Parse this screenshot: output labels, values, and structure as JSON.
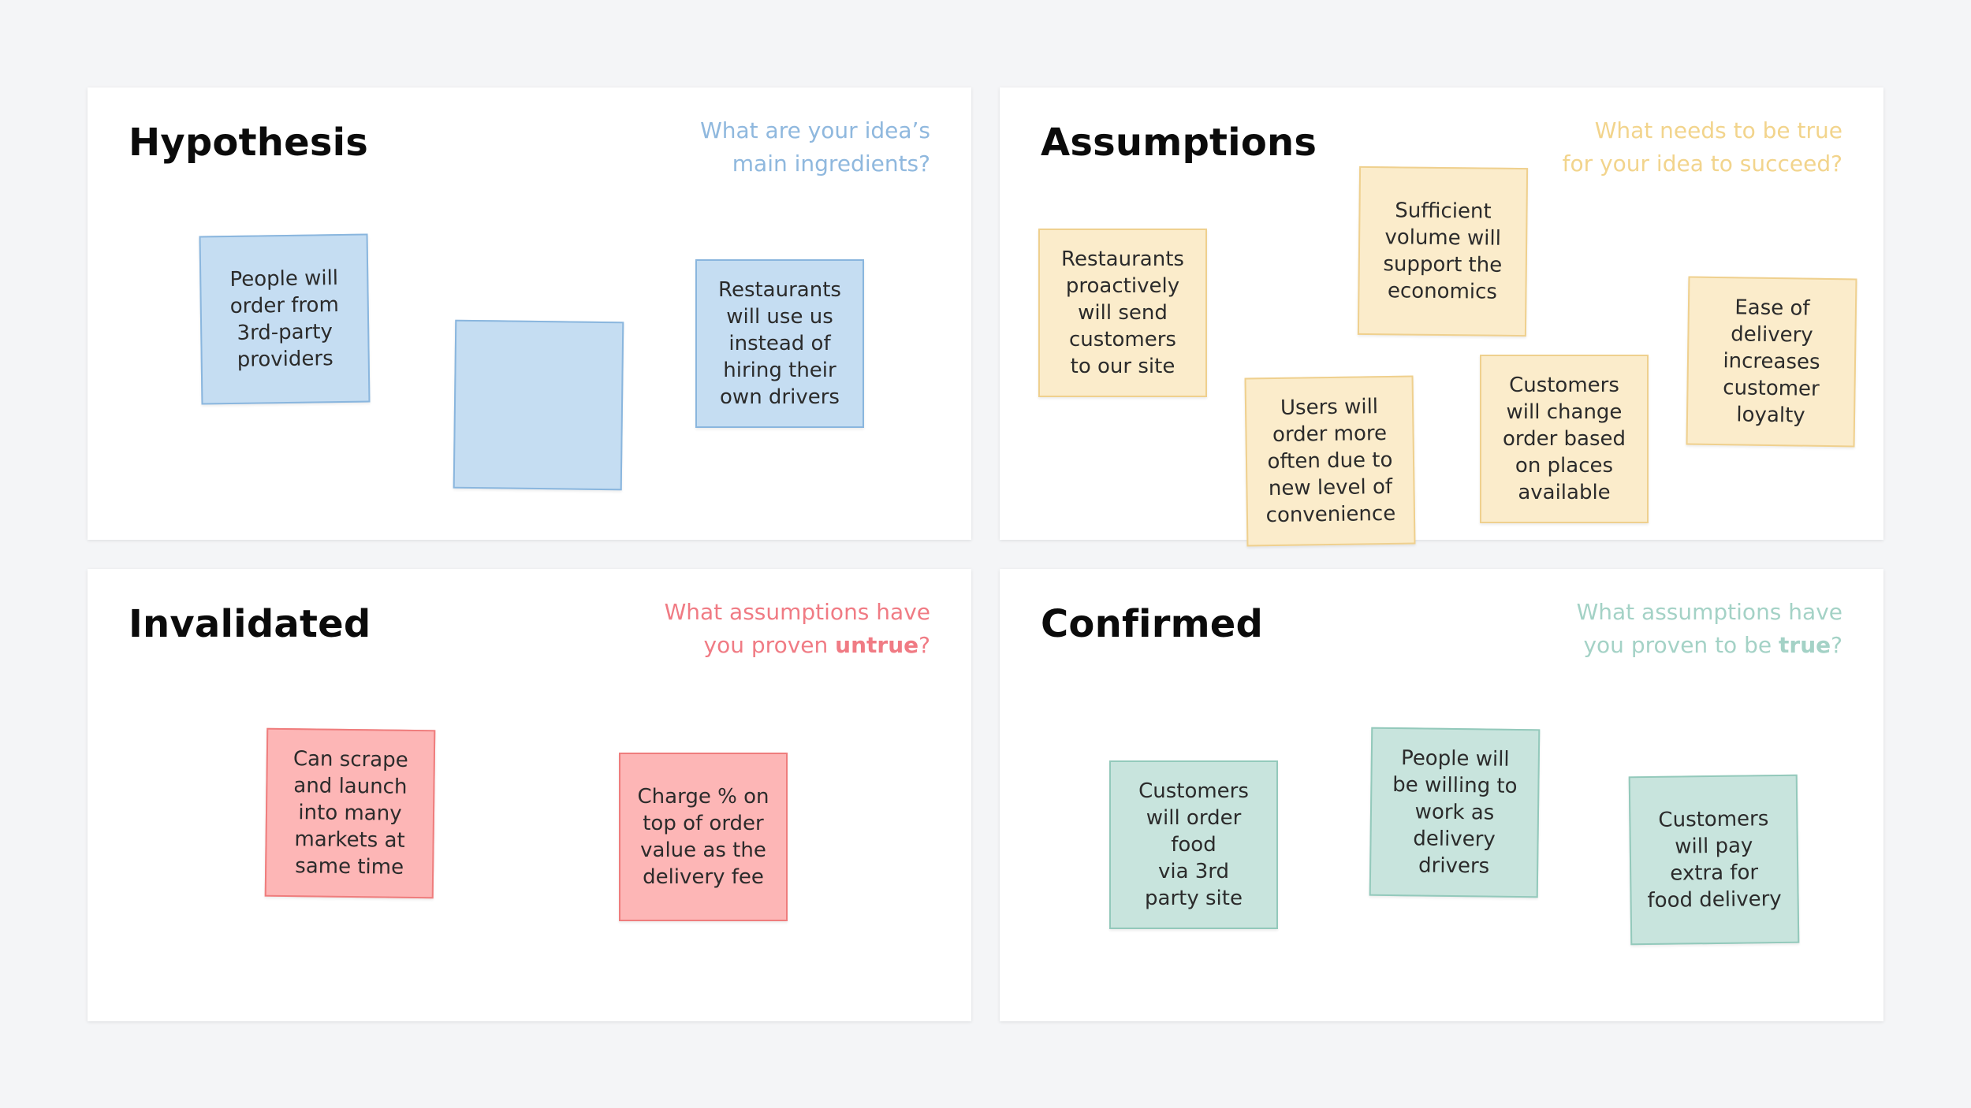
{
  "boards": {
    "hypothesis": {
      "title": "Hypothesis",
      "prompt": "What are your idea’s\nmain ingredients?",
      "accent_color": "#8fb8de",
      "notes": [
        "People will\norder from\n3rd-party\nproviders",
        "",
        "Restaurants\nwill use us\ninstead of\nhiring their\nown drivers"
      ]
    },
    "assumptions": {
      "title": "Assumptions",
      "prompt": "What needs to be true\nfor your idea to succeed?",
      "accent_color": "#f2d48c",
      "notes": [
        "Restaurants\nproactively\nwill send\ncustomers\nto our site",
        "Sufficient\nvolume will\nsupport the\neconomics",
        "Users will\norder more\noften due to\nnew level of\nconvenience",
        "Customers\nwill change\norder based\non places\navailable",
        "Ease of\ndelivery\nincreases\ncustomer\nloyalty"
      ]
    },
    "invalidated": {
      "title": "Invalidated",
      "prompt_line1": "What assumptions have",
      "prompt_line2_pre": "you proven ",
      "prompt_line2_em": "untrue",
      "prompt_line2_post": "?",
      "accent_color": "#f07b84",
      "notes": [
        "Can scrape\nand launch\ninto many\nmarkets at\nsame time",
        "Charge % on\ntop of order\nvalue as the\ndelivery fee"
      ]
    },
    "confirmed": {
      "title": "Confirmed",
      "prompt_line1": "What assumptions have",
      "prompt_line2_pre": "you proven to be ",
      "prompt_line2_em": "true",
      "prompt_line2_post": "?",
      "accent_color": "#a4d2c6",
      "notes": [
        "Customers\nwill order\nfood\nvia 3rd\nparty site",
        "People will\nbe willing to\nwork as\ndelivery\ndrivers",
        "Customers\nwill pay\nextra for\nfood delivery"
      ]
    }
  }
}
